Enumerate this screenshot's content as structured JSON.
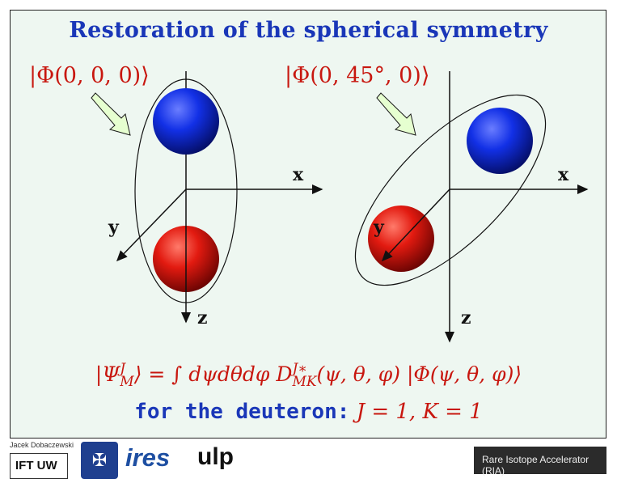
{
  "title": "Restoration of the spherical symmetry",
  "left_state": "|Φ(0, 0, 0)⟩",
  "right_state": "|Φ(0, 45°, 0)⟩",
  "axes": {
    "x": "x",
    "y": "y",
    "z": "z"
  },
  "equation": "|Ψ^J_M⟩ = ∫ dψdθdφ D^{J*}_{MK}(ψ, θ, φ) |Φ(ψ, θ, φ)⟩",
  "equation_parts": {
    "lhs": "|Ψ",
    "lhs_sup": "J",
    "lhs_sub": "M",
    "middle": "⟩ = ∫ dψdθdφ D",
    "d_sup": "J∗",
    "d_sub": "MK",
    "rhs": "(ψ, θ, φ) |Φ(ψ, θ, φ)⟩"
  },
  "deuteron_text": "for the deuteron:",
  "deuteron_values": "J = 1, K = 1",
  "author": "Jacek Dobaczewski",
  "logos": {
    "ift_uw": "IFT UW",
    "ires": "ires",
    "ulp": "ulp",
    "ria": "Rare Isotope Accelerator (RIA)"
  },
  "colors": {
    "title": "#1a37b8",
    "formula": "#c8170f",
    "background": "#eef7f1",
    "proton_sphere": "#1030e0",
    "neutron_sphere": "#e01010"
  }
}
